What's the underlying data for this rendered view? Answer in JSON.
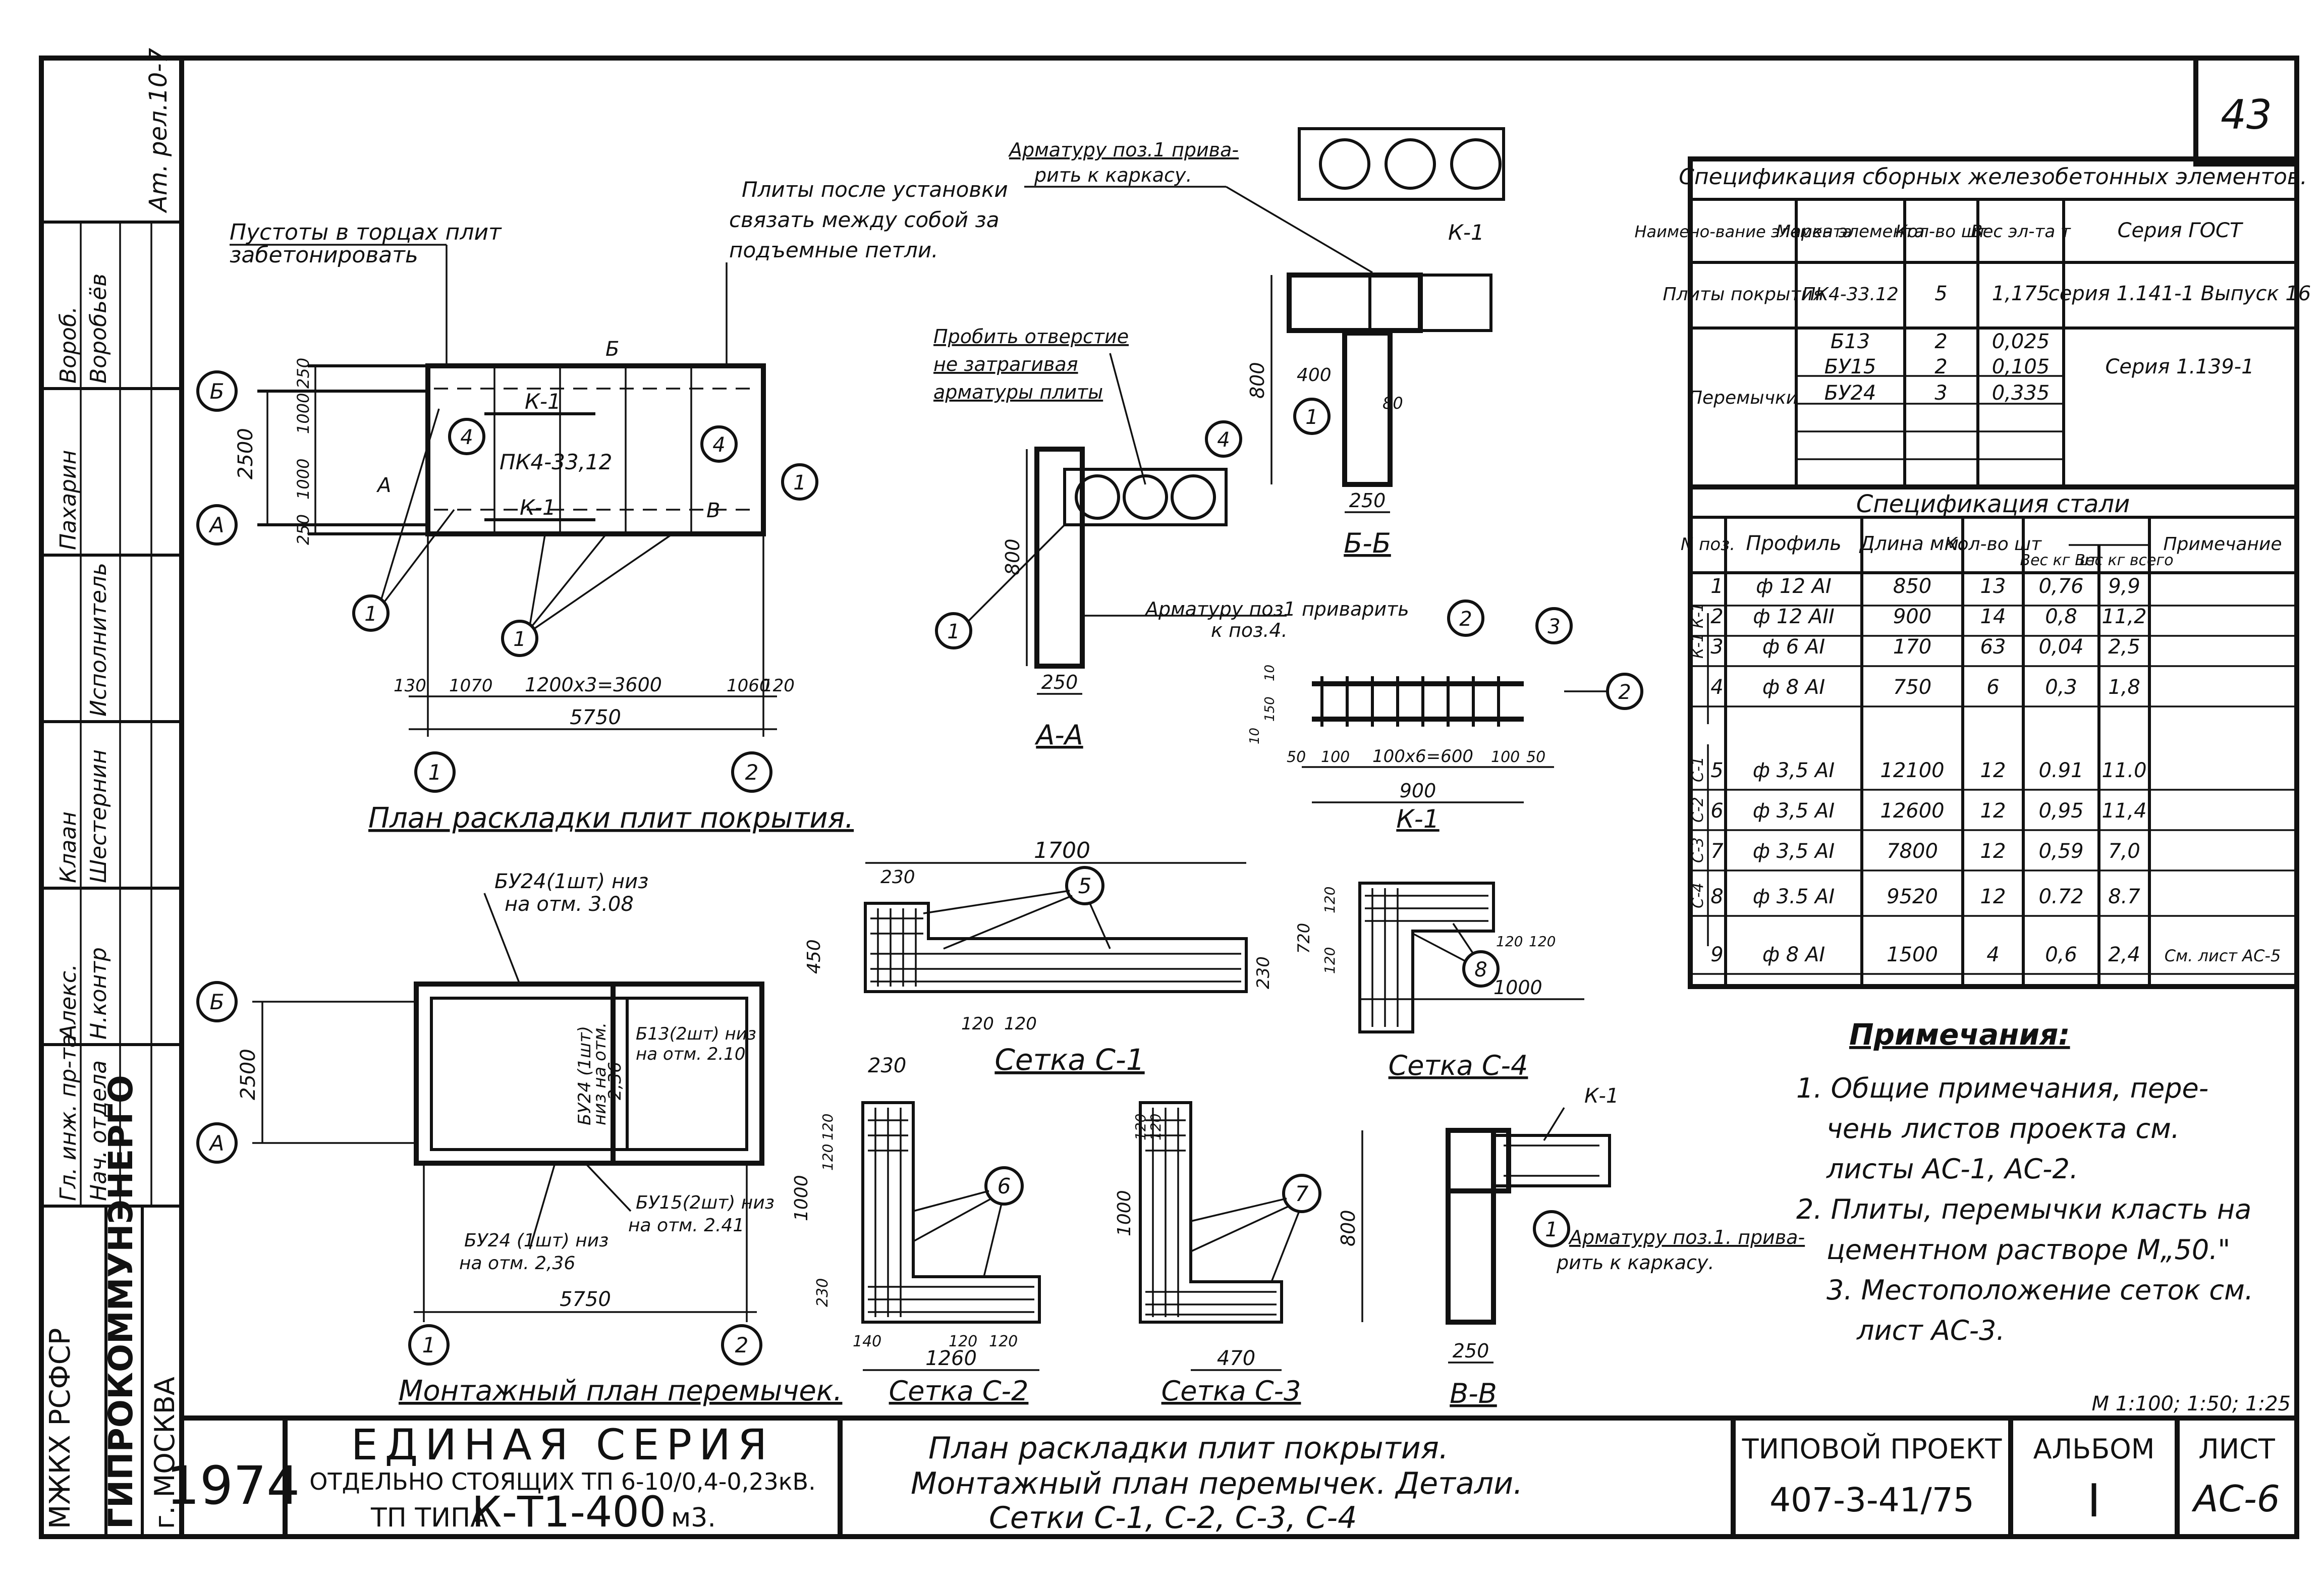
{
  "sheet": {
    "number": "43",
    "corner_note": "Am. рел.10-7",
    "year": "1974",
    "series_title": "ЕДИНАЯ СЕРИЯ",
    "series_sub": "ОТДЕЛЬНО СТОЯЩИХ ТП 6-10/0,4-0,23кВ.",
    "tp_prefix": "ТП ТИПА",
    "tp_type": "К-Т1-400",
    "tp_unit": "м3.",
    "description": [
      "План раскладки плит покрытия.",
      "Монтажный план перемычек. Детали.",
      "Сетки С-1, С-2, С-3, С-4"
    ],
    "project_label": "ТИПОВОЙ ПРОЕКТ",
    "project_number": "407-3-41/75",
    "album_label": "АЛЬБОМ",
    "album_value": "I",
    "list_label": "ЛИСТ",
    "list_value": "АС-6",
    "scale": "М 1:100; 1:50; 1:25",
    "org_1": "МЖКХ РСФСР",
    "org_2": "ГИПРОКОММУНЭНЕРГО",
    "org_city": "г. МОСКВА",
    "signatures": [
      {
        "role": "Нач. отдела",
        "name": ""
      },
      {
        "role": "Гл. инж. пр-та",
        "name": ""
      },
      {
        "role": "Н.контр",
        "name": "Алекс."
      },
      {
        "role": "Шестернин",
        "name": "Клаан"
      },
      {
        "role": "Исполнитель",
        "name": "Пахарин"
      },
      {
        "role": "Воробьёв",
        "name": "Вороб."
      }
    ]
  },
  "spec_precast": {
    "title": "Спецификация сборных железобетонных элементов.",
    "headers": [
      "Наимено-вание элемента",
      "Марка элемента",
      "Кол-во шт",
      "Вес эл-та т",
      "Серия ГОСТ"
    ],
    "rows": [
      {
        "name": "Плиты покрытия",
        "mark": "ПК4-33.12",
        "qty": "5",
        "weight": "1,175",
        "series": "серия 1.141-1 Выпуск 16"
      },
      {
        "name": "Перемычки",
        "mark": "Б13",
        "qty": "2",
        "weight": "0,025",
        "series": "Серия 1.139-1"
      },
      {
        "name": "",
        "mark": "БУ15",
        "qty": "2",
        "weight": "0,105",
        "series": ""
      },
      {
        "name": "",
        "mark": "БУ24",
        "qty": "3",
        "weight": "0,335",
        "series": ""
      }
    ]
  },
  "spec_steel": {
    "title": "Спецификация стали",
    "headers": [
      "N поз.",
      "Профиль",
      "Длина мм.",
      "Кол-во шт",
      "Вес кг шт.",
      "Вес кг всего",
      "Примечание"
    ],
    "rows": [
      {
        "group": "",
        "pos": "1",
        "profile": "ф 12 АI",
        "length": "850",
        "qty": "13",
        "w1": "0,76",
        "wt": "9,9",
        "note": ""
      },
      {
        "group": "К-1",
        "pos": "2",
        "profile": "ф 12 АII",
        "length": "900",
        "qty": "14",
        "w1": "0,8",
        "wt": "11,2",
        "note": ""
      },
      {
        "group": "К-1",
        "pos": "3",
        "profile": "ф 6 АI",
        "length": "170",
        "qty": "63",
        "w1": "0,04",
        "wt": "2,5",
        "note": ""
      },
      {
        "group": "",
        "pos": "4",
        "profile": "ф 8 АI",
        "length": "750",
        "qty": "6",
        "w1": "0,3",
        "wt": "1,8",
        "note": ""
      },
      {
        "group": "С-1",
        "pos": "5",
        "profile": "ф 3,5 АI",
        "length": "12100",
        "qty": "12",
        "w1": "0.91",
        "wt": "11.0",
        "note": ""
      },
      {
        "group": "С-2",
        "pos": "6",
        "profile": "ф 3,5 АI",
        "length": "12600",
        "qty": "12",
        "w1": "0,95",
        "wt": "11,4",
        "note": ""
      },
      {
        "group": "С-3",
        "pos": "7",
        "profile": "ф 3,5 АI",
        "length": "7800",
        "qty": "12",
        "w1": "0,59",
        "wt": "7,0",
        "note": ""
      },
      {
        "group": "С-4",
        "pos": "8",
        "profile": "ф 3.5 АI",
        "length": "9520",
        "qty": "12",
        "w1": "0.72",
        "wt": "8.7",
        "note": ""
      },
      {
        "group": "",
        "pos": "9",
        "profile": "ф 8 АI",
        "length": "1500",
        "qty": "4",
        "w1": "0,6",
        "wt": "2,4",
        "note": "См. лист АС-5"
      }
    ]
  },
  "notes": {
    "title": "Примечания:",
    "items": [
      "1. Общие примечания, пере-",
      "чень листов проекта см.",
      "листы АС-1, АС-2.",
      "2. Плиты, перемычки класть на",
      "цементном растворе М„50.\"",
      "3. Местоположение сеток см.",
      "лист АС-3."
    ]
  },
  "plan_slabs": {
    "title": "План раскладки плит покрытия.",
    "note_voids": [
      "Пустоты в торцах плит",
      "забетонировать"
    ],
    "note_tie": [
      "Плиты после установки",
      "связать между собой за",
      "подъемные петли."
    ],
    "slab_mark": "ПК4-33,12",
    "k1_a": "К-1",
    "k1_b": "К-1",
    "dim_total": "5750",
    "dim_mid": "1200х3=3600",
    "dim_l1": "130",
    "dim_l2": "1070",
    "dim_r1": "1060",
    "dim_r2": "120",
    "dim_h_total": "2500",
    "dim_h_1": "250",
    "dim_h_2": "1000",
    "dim_h_3": "1000",
    "dim_h_4": "250",
    "sec_a": "А",
    "sec_b": "Б",
    "sec_v": "В",
    "axis_b": "Б",
    "axis_a": "А",
    "axis_1": "1",
    "axis_2": "2",
    "callout_1": "1",
    "callout_4": "4"
  },
  "plan_lintels": {
    "title": "Монтажный план перемычек.",
    "bu24_top": [
      "БУ24(1шт) низ",
      "на отм. 3.08"
    ],
    "b13": [
      "Б13(2шт) низ",
      "на отм. 2.10"
    ],
    "bu24_side": [
      "БУ24 (1шт)",
      "низ на отм.",
      "2,36"
    ],
    "bu15": [
      "БУ15(2шт) низ",
      "на отм. 2.41"
    ],
    "bu24_bottom": [
      "БУ24 (1шт) низ",
      "на отм. 2,36"
    ],
    "dim_w": "5750",
    "dim_h": "2500",
    "axis_b": "Б",
    "axis_a": "А",
    "axis_1": "1",
    "axis_2": "2"
  },
  "section_aa": {
    "title": "А-А",
    "note_hole": [
      "Пробить отверстие",
      "не затрагивая",
      "арматуры плиты"
    ],
    "note_weld": [
      "Арматуру поз1 приварить",
      "к поз.4."
    ],
    "dim_h": "800",
    "dim_w": "250",
    "c1": "1",
    "c4": "4"
  },
  "section_bb": {
    "title": "Б-Б",
    "note": [
      "Арматуру поз.1 прива-",
      "рить к каркасу."
    ],
    "k1": "К-1",
    "dim_h": "800",
    "dim_400": "400",
    "dim_w": "250",
    "dim_80": "80",
    "c1": "1"
  },
  "section_vv": {
    "title": "В-В",
    "note": [
      "Арматуру поз.1. прива-",
      "рить к каркасу."
    ],
    "k1": "К-1",
    "dim_h": "800",
    "dim_w": "250",
    "c1": "1"
  },
  "frame_k1": {
    "title": "К-1",
    "dims": [
      "50",
      "100",
      "100х6=600",
      "100",
      "50"
    ],
    "dim_total": "900",
    "dim_h": [
      "10",
      "150",
      "10"
    ],
    "c2": "2",
    "c3": "3"
  },
  "mesh_c1": {
    "title": "Сетка С-1",
    "dim_total": "1700",
    "dim_230a": "230",
    "dim_450": "450",
    "dim_230b": "230",
    "dim_120a": "120",
    "dim_120b": "120",
    "callout": "5"
  },
  "mesh_c2": {
    "title": "Сетка С-2",
    "dim_230": "230",
    "dim_1000": "1000",
    "dim_120a": "120",
    "dim_120b": "120",
    "dim_230b": "230",
    "dim_140": "140",
    "dim_120c": "120",
    "dim_120d": "120",
    "dim_total": "1260",
    "callout": "6"
  },
  "mesh_c3": {
    "title": "Сетка С-3",
    "dim_1000": "1000",
    "dim_120a": "120",
    "dim_120b": "120",
    "dim_total": "470",
    "callout": "7"
  },
  "mesh_c4": {
    "title": "Сетка С-4",
    "dim_720": "720",
    "dim_120a": "120",
    "dim_120b": "120",
    "dim_120c": "120",
    "dim_120d": "120",
    "dim_total": "1000",
    "callout": "8"
  }
}
